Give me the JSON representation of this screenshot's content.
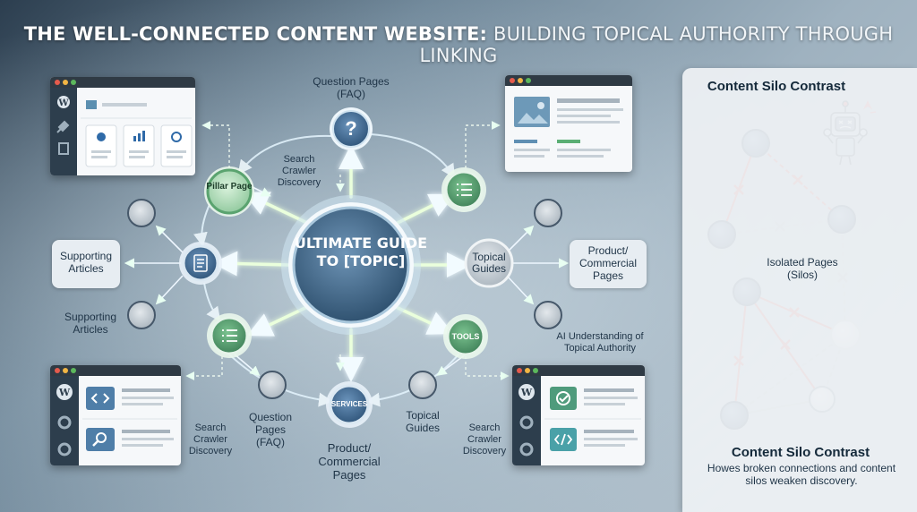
{
  "title": {
    "part1": "THE WELL-CONNECTED CONTENT WEBSITE:",
    "part2": " BUILDING TOPICAL AUTHORITY THROUGH LINKING"
  },
  "hub": {
    "label": "ULTIMATE GUIDE TO [TOPIC]"
  },
  "nodes": {
    "pillar": "Pillar Page",
    "question": "?",
    "topical_node": "Topical Guides",
    "tools": "TOOLS",
    "services": "SERVICES"
  },
  "labels": {
    "question_top": "Question Pages (FAQ)",
    "search_crawler_top": "Search Crawler Discovery",
    "supporting_articles_left": "Supporting Articles",
    "supporting_articles_lower": "Supporting Articles",
    "product_right": "Product/ Commercial Pages",
    "ai_understanding": "AI Understanding of Topical Authority",
    "search_crawler_bl": "Search Crawler Discovery",
    "question_bottom": "Question Pages (FAQ)",
    "product_bottom": "Product/ Commercial Pages",
    "topical_bottom": "Topical Guides",
    "search_crawler_br": "Search Crawler Discovery"
  },
  "panel": {
    "title": "Content Silo Contrast",
    "isolated_label": "Isolated Pages (Silos)",
    "footer_title": "Content Silo Contrast",
    "footer_desc": "Howes broken connections and content silos weaken discovery."
  },
  "colors": {
    "hub": "#3a5f7e",
    "green_node": "#3f7f5a",
    "blue_node": "#2f5a82",
    "link_glow": "#e9ffd8",
    "broken_link": "#d9463f",
    "panel_bg": "#eef1f4"
  },
  "icons": [
    "wordpress-icon",
    "pin-icon",
    "pages-icon",
    "gear-icon",
    "chart-icon",
    "lock-icon",
    "image-icon",
    "code-icon",
    "search-icon",
    "check-icon",
    "robot-icon",
    "list-icon",
    "document-icon"
  ]
}
